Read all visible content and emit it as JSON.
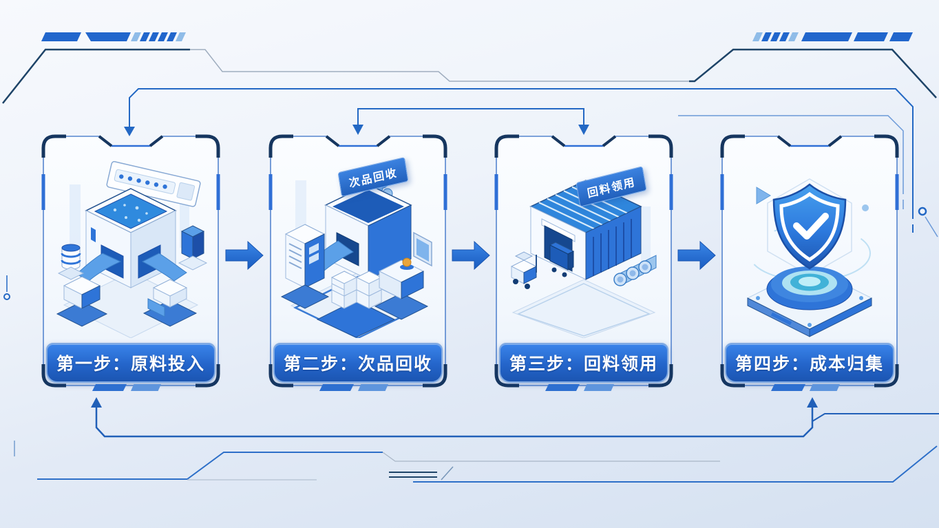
{
  "page": {
    "kind": "process-flow-infographic",
    "language": "zh-CN",
    "background_top": "#f7f9fd",
    "background_bottom": "#d5e1f1"
  },
  "steps": [
    {
      "banner": "第一步：原料投入",
      "tag": "",
      "illustration": "raw-material-vat-machine"
    },
    {
      "banner": "第二步：次品回收",
      "tag": "次品回收",
      "illustration": "defect-recycle-bin"
    },
    {
      "banner": "第三步：回料领用",
      "tag": "回料领用",
      "illustration": "warehouse-building"
    },
    {
      "banner": "第四步：成本归集",
      "tag": "",
      "illustration": "shield-check-platform"
    }
  ],
  "flow": {
    "forward_arrow_count": 3,
    "top_feedback_line_into": "step-1",
    "top_bracket_into": [
      "step-2",
      "step-3"
    ],
    "bottom_feedback_loop_into": [
      "step-1",
      "step-4"
    ]
  },
  "colors": {
    "banner_blue_dark": "#1b55b2",
    "banner_blue_light": "#3a84ea",
    "arrow_blue": "#1f6fd8",
    "trace_blue": "#2368c4",
    "frame_navy": "#16365f",
    "card_border_blue": "#4a7fd0",
    "accent_light_blue": "#9cc6ee"
  }
}
